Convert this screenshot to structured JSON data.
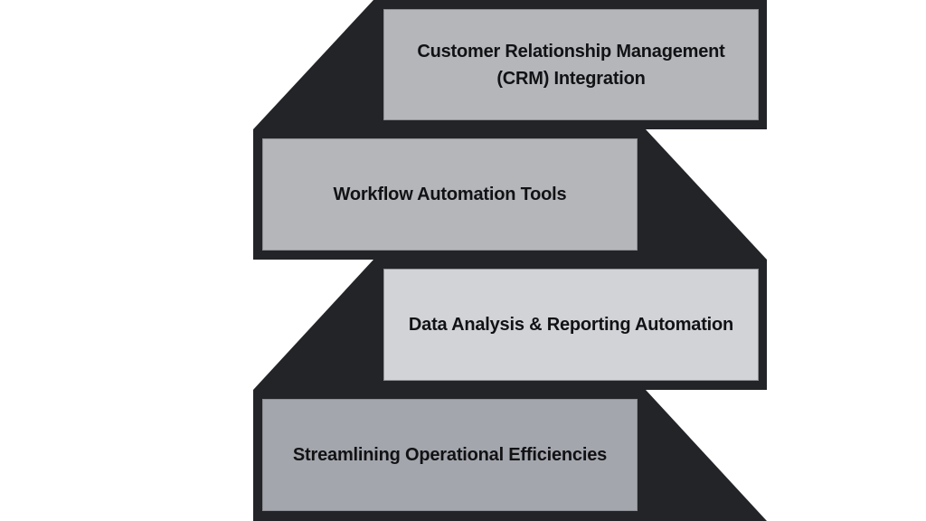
{
  "diagram": {
    "type": "stepped-staircase",
    "colors": {
      "frame": "#232428",
      "step_1": "#b4b6ba",
      "step_2": "#b4b6ba",
      "step_3": "#d2d3d7",
      "step_4": "#a4a6ad",
      "text": "#111214"
    },
    "steps": [
      {
        "label": "Customer Relationship Management (CRM) Integration"
      },
      {
        "label": "Workflow Automation Tools"
      },
      {
        "label": "Data Analysis & Reporting Automation"
      },
      {
        "label": "Streamlining Operational Efficiencies"
      }
    ]
  }
}
